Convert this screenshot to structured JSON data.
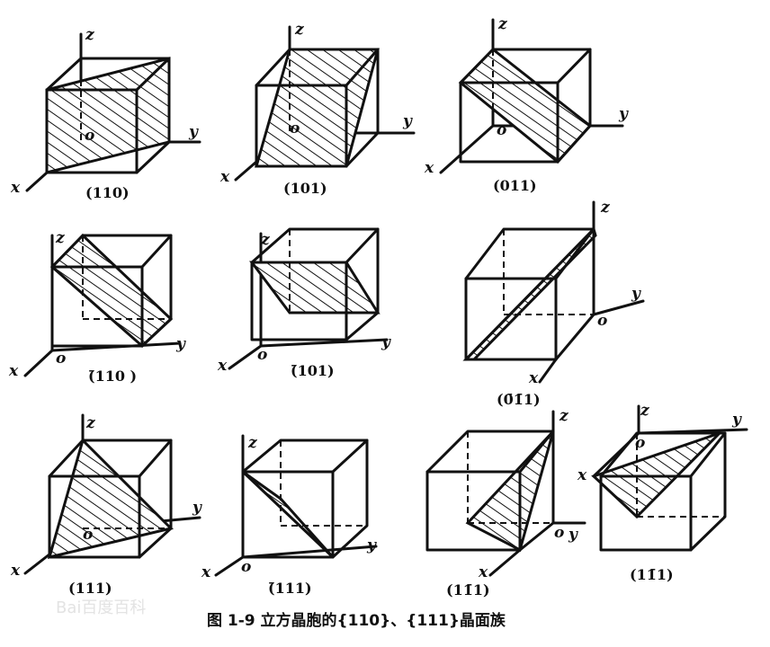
{
  "axis_labels": {
    "x": "x",
    "y": "y",
    "z": "z",
    "origin": "o"
  },
  "panels": [
    {
      "caption": "(110)"
    },
    {
      "caption": "(101)"
    },
    {
      "caption": "(011)"
    },
    {
      "caption": "(̄110 )"
    },
    {
      "caption": "(̄101)"
    },
    {
      "caption": "(0̄1̄1)"
    },
    {
      "caption": "(111)"
    },
    {
      "caption": "(̄111)"
    },
    {
      "caption": "(11̄1)"
    },
    {
      "caption": "(11̄1)"
    }
  ],
  "figure_caption": "图 1-9   立方晶胞的{110}、{111}晶面族",
  "watermark": "Bai百度百科",
  "hatch_icon": "diagonal-hatch-pattern"
}
